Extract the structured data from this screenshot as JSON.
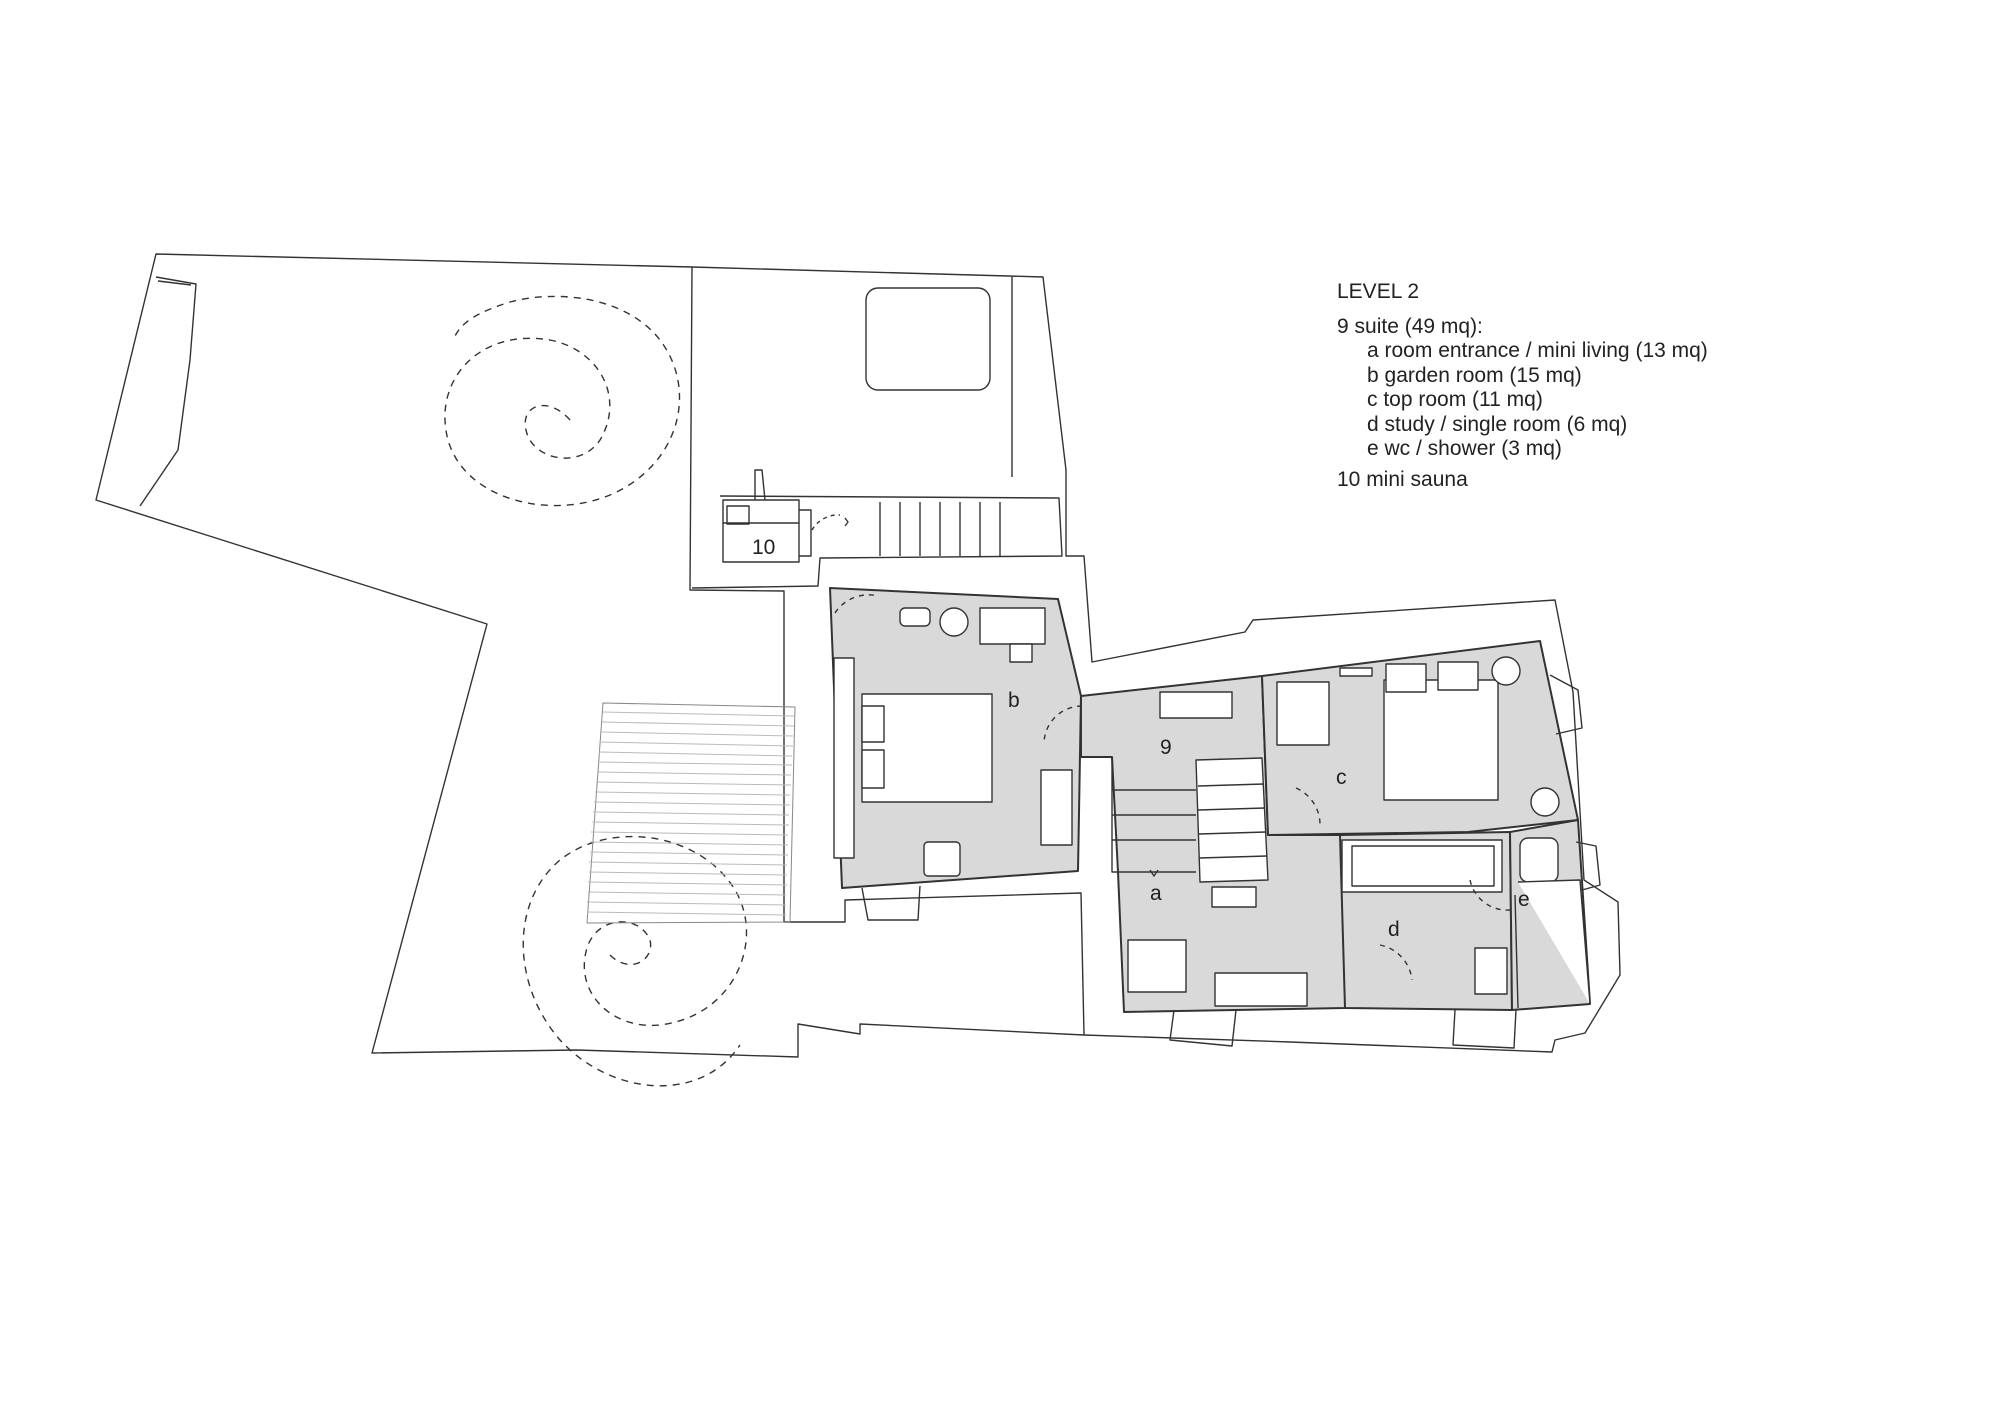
{
  "legend": {
    "title": "LEVEL 2",
    "suite": "9 suite (49 mq):",
    "rooms": [
      "a room entrance / mini living (13 mq)",
      "b garden room (15 mq)",
      "c top room (11 mq)",
      "d study / single room (6 mq)",
      "e wc / shower (3 mq)"
    ],
    "sauna": "10 mini sauna"
  },
  "plan_labels": {
    "suite": "9",
    "a": "a",
    "b": "b",
    "c": "c",
    "d": "d",
    "e": "e",
    "sauna": "10"
  },
  "colors": {
    "room_fill": "#d9d9d9",
    "line": "#333333",
    "background": "#ffffff"
  }
}
